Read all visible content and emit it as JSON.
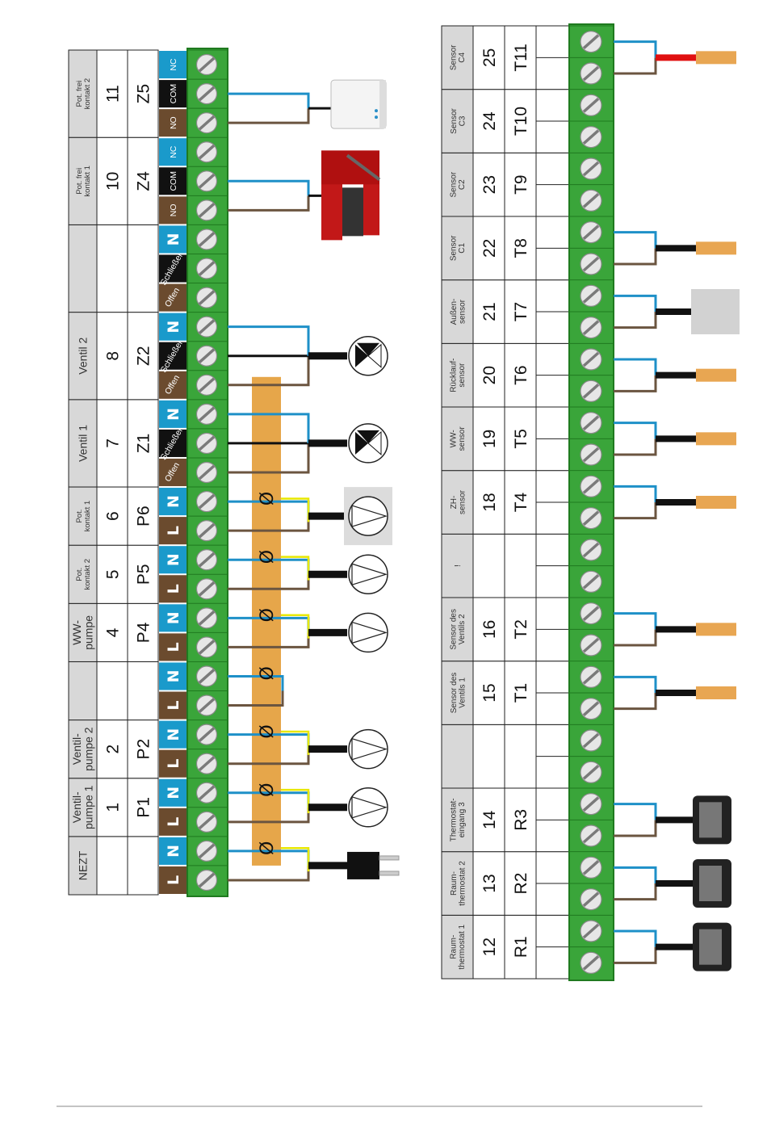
{
  "left_block": {
    "headers": [
      {
        "label": "NEZT",
        "small": false
      },
      {
        "label": "Ventil-\npumpe 1",
        "small": false
      },
      {
        "label": "Ventil-\npumpe 2",
        "small": false
      },
      {
        "label": "",
        "small": false
      },
      {
        "label": "WW-\npumpe",
        "small": false
      },
      {
        "label": "Pot.\nkontakt 2",
        "small": true
      },
      {
        "label": "Pot.\nkontakt 1",
        "small": true
      },
      {
        "label": "Ventil 1",
        "small": false
      },
      {
        "label": "Ventil 2",
        "small": false
      },
      {
        "label": "",
        "small": false
      },
      {
        "label": "Pot. frei\nkontakt 1",
        "small": true
      },
      {
        "label": "Pot. frei\nkontakt 2",
        "small": true
      }
    ],
    "numbers": [
      "",
      "1",
      "2",
      "",
      "4",
      "5",
      "6",
      "7",
      "8",
      "",
      "10",
      "11"
    ],
    "codes": [
      "",
      "P1",
      "P2",
      "",
      "P4",
      "P5",
      "P6",
      "Z1",
      "Z2",
      "",
      "Z4",
      "Z5"
    ],
    "terminals": [
      "L",
      "N",
      "L",
      "N",
      "L",
      "N",
      "L",
      "N",
      "L",
      "N",
      "L",
      "N",
      "L",
      "N",
      "Offen",
      "Schließen",
      "N",
      "Offen",
      "Schließen",
      "N",
      "Offen",
      "Schließen",
      "N",
      "NO",
      "COM",
      "NC",
      "NO",
      "COM",
      "NC"
    ],
    "ground_symbol": "Ø"
  },
  "right_block": {
    "headers": [
      "Raum-\nthermostat 1",
      "Raum-\nthermostat 2",
      "Thermostat-\neingang 3",
      "",
      "Sensor des\nVentils 1",
      "Sensor des\nVentils 2",
      "!",
      "ZH-\nsensor",
      "WW-\nsensor",
      "Rücklauf-\nsensor",
      "Außen-\nsensor",
      "Sensor\nC1",
      "Sensor\nC2",
      "Sensor\nC3",
      "Sensor\nC4"
    ],
    "numbers": [
      "12",
      "13",
      "14",
      "",
      "15",
      "16",
      "",
      "18",
      "19",
      "20",
      "21",
      "22",
      "23",
      "24",
      "25"
    ],
    "codes": [
      "R1",
      "R2",
      "R3",
      "",
      "T1",
      "T2",
      "",
      "T4",
      "T5",
      "T6",
      "T7",
      "T8",
      "T9",
      "T10",
      "T11"
    ]
  },
  "colors": {
    "terminal_green": "#3aa53a",
    "terminal_dark_green": "#1f7a1f",
    "wire_blue": "#1e90c8",
    "wire_brown": "#6b5540",
    "label_brown": "#6b4b2e",
    "label_blue": "#1a9acb",
    "label_black": "#111111",
    "header_gray": "#d8d8d8",
    "sensor_orange": "#e8a652",
    "ground_bar": "#e6a64a",
    "red_wire": "#e01010"
  },
  "icons": {
    "mains_plug": "power-plug-icon",
    "pump": "pump-icon",
    "valve": "mixing-valve-icon",
    "sensor": "temperature-sensor-icon",
    "outdoor_sensor": "outdoor-sensor-icon",
    "room_thermostat": "room-thermostat-icon",
    "boiler": "boiler-icon",
    "wall_device": "wall-device-icon"
  }
}
